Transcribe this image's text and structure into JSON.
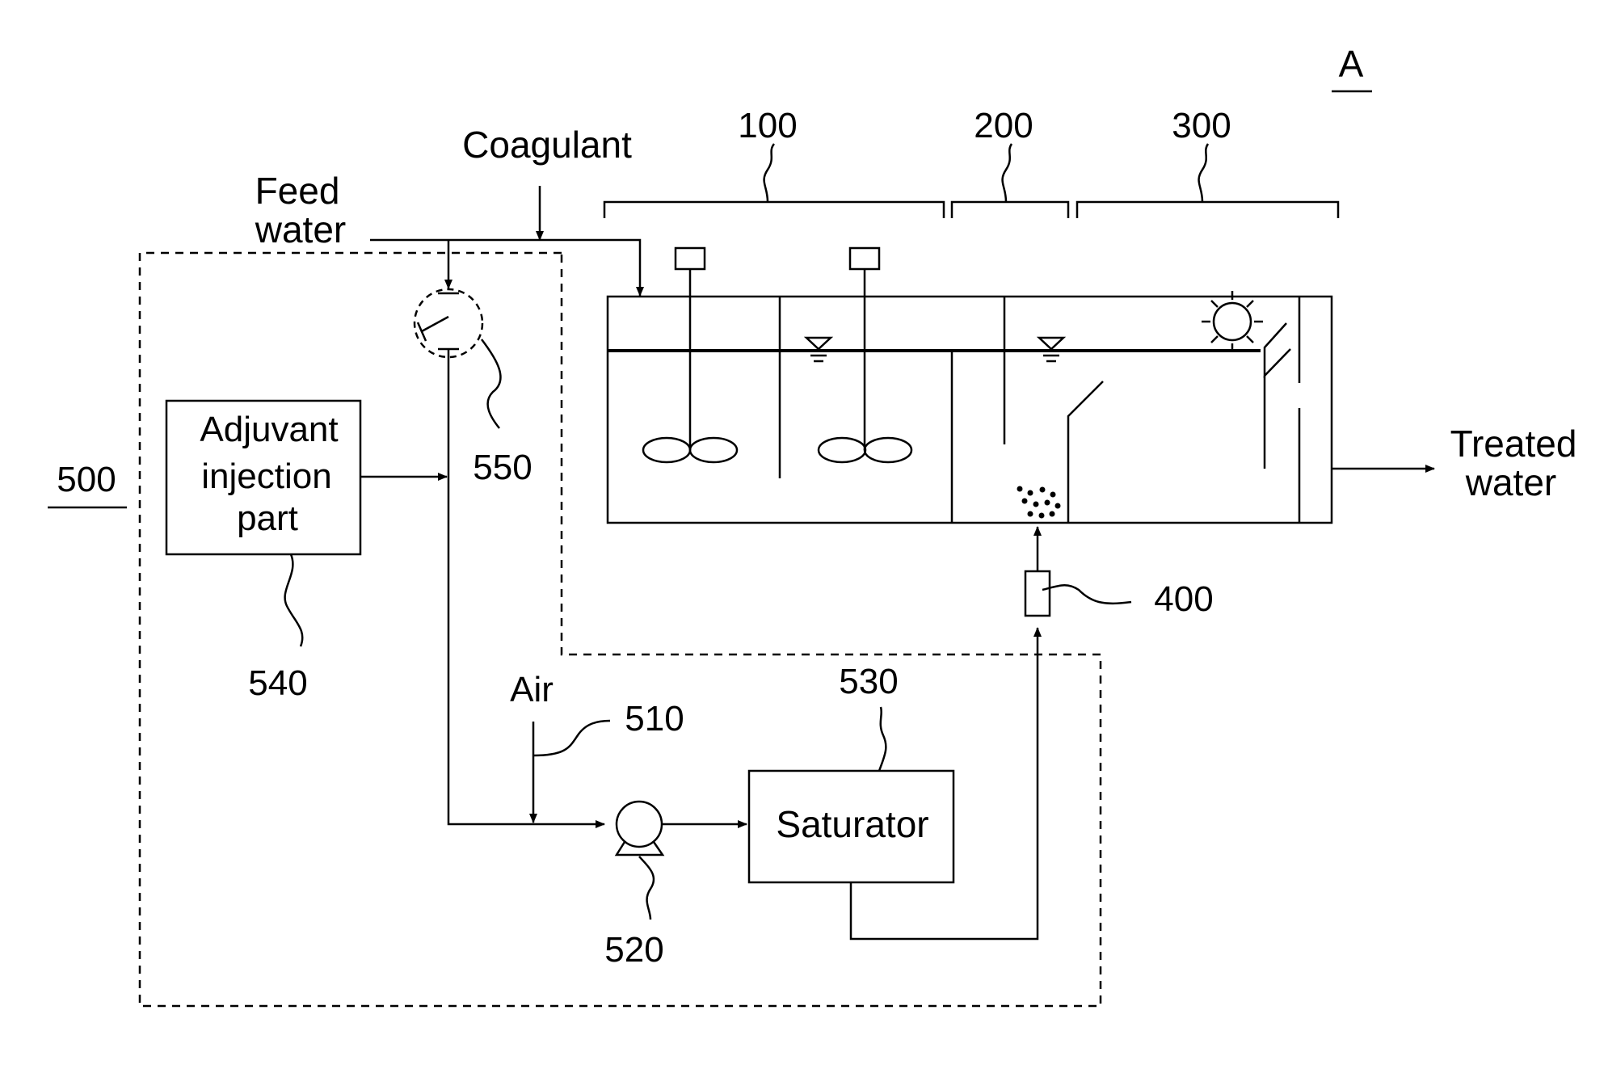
{
  "figure": {
    "figure_id": "A",
    "inputs": {
      "coagulant": "Coagulant",
      "feed_water_line1": "Feed",
      "feed_water_line2": "water",
      "air": "Air"
    },
    "outputs": {
      "treated_water_line1": "Treated",
      "treated_water_line2": "water"
    },
    "blocks": {
      "adjuvant_line1": "Adjuvant",
      "adjuvant_line2": "injection",
      "adjuvant_line3": "part",
      "saturator": "Saturator"
    },
    "refs": {
      "r100": "100",
      "r200": "200",
      "r300": "300",
      "r400": "400",
      "r500": "500",
      "r510": "510",
      "r520": "520",
      "r530": "530",
      "r540": "540",
      "r550": "550"
    }
  }
}
